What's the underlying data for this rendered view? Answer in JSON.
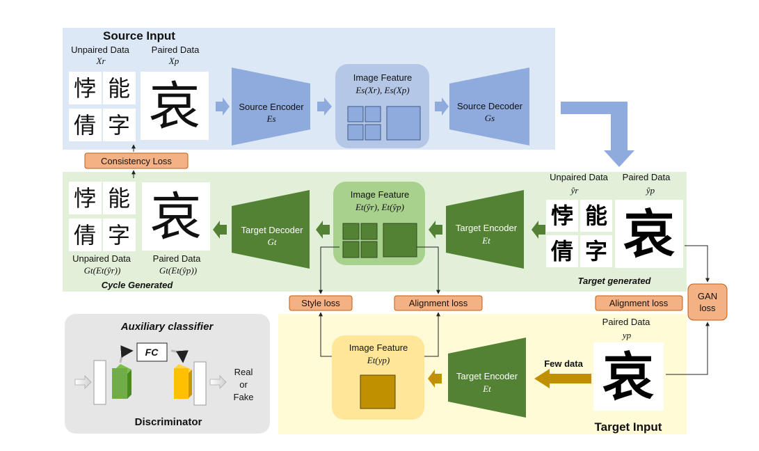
{
  "source_input": {
    "title": "Source Input",
    "unpaired_label": "Unpaired Data",
    "unpaired_symbol": "Xr",
    "paired_label": "Paired Data",
    "paired_symbol": "Xp",
    "chars": [
      "悖",
      "能",
      "倩",
      "字"
    ],
    "paired_char": "哀"
  },
  "source_encoder": {
    "label": "Source Encoder",
    "symbol": "Es"
  },
  "source_feature": {
    "label": "Image Feature",
    "formula": "Es(Xr), Es(Xp)"
  },
  "source_decoder": {
    "label": "Source Decoder",
    "symbol": "Gs"
  },
  "consistency_loss": "Consistency Loss",
  "cycle": {
    "chars": [
      "悖",
      "能",
      "倩",
      "字"
    ],
    "paired_char": "哀",
    "unpaired_label": "Unpaired Data",
    "unpaired_formula": "Gt(Et(ŷr))",
    "paired_label": "Paired Data",
    "paired_formula": "Gt(Et(ŷp))",
    "caption": "Cycle Generated"
  },
  "target_decoder": {
    "label": "Target Decoder",
    "symbol": "Gt"
  },
  "target_feature": {
    "label": "Image Feature",
    "formula": "Et(ŷr), Et(ŷp)"
  },
  "target_encoder_top": {
    "label": "Target Encoder",
    "symbol": "Et"
  },
  "target_generated": {
    "unpaired_label": "Unpaired Data",
    "unpaired_symbol": "ŷr",
    "paired_label": "Paired Data",
    "paired_symbol": "ŷp",
    "chars": [
      "悖",
      "能",
      "倩",
      "字"
    ],
    "paired_char": "哀",
    "caption": "Target generated"
  },
  "losses": {
    "style": "Style loss",
    "alignment_mid": "Alignment loss",
    "alignment_right": "Alignment loss",
    "gan": [
      "GAN",
      "loss"
    ]
  },
  "auxiliary": {
    "title": "Auxiliary classifier",
    "fc": "FC",
    "output": [
      "Real",
      "or",
      "Fake"
    ],
    "caption": "Discriminator"
  },
  "target_input": {
    "feature_label": "Image Feature",
    "feature_formula": "Et(yp)",
    "encoder_label": "Target Encoder",
    "encoder_symbol": "Et",
    "few_data": "Few data",
    "paired_label": "Paired Data",
    "paired_symbol": "yp",
    "paired_char": "哀",
    "title": "Target Input"
  },
  "colors": {
    "source_bg": "#dce8f5",
    "source_block": "#8faadc",
    "generated_bg": "#e2efd9",
    "target_block": "#548235",
    "target_bg": "#fffbd6",
    "target_feature": "#c09000",
    "loss_box": "#f4b183",
    "aux_bg": "#e7e6e6"
  }
}
